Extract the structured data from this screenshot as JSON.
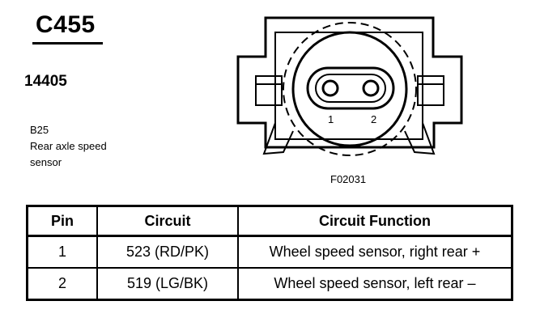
{
  "connector": {
    "id": "C455",
    "part_number": "14405",
    "location_code": "B25",
    "description_lines": [
      "Rear axle speed",
      "sensor"
    ]
  },
  "diagram": {
    "pin_labels": [
      "1",
      "2"
    ],
    "figure_id": "F02031"
  },
  "table": {
    "headers": [
      "Pin",
      "Circuit",
      "Circuit Function"
    ],
    "rows": [
      {
        "pin": "1",
        "circuit": "523 (RD/PK)",
        "function": "Wheel speed sensor, right rear +"
      },
      {
        "pin": "2",
        "circuit": "519 (LG/BK)",
        "function": "Wheel speed sensor, left rear –"
      }
    ]
  }
}
